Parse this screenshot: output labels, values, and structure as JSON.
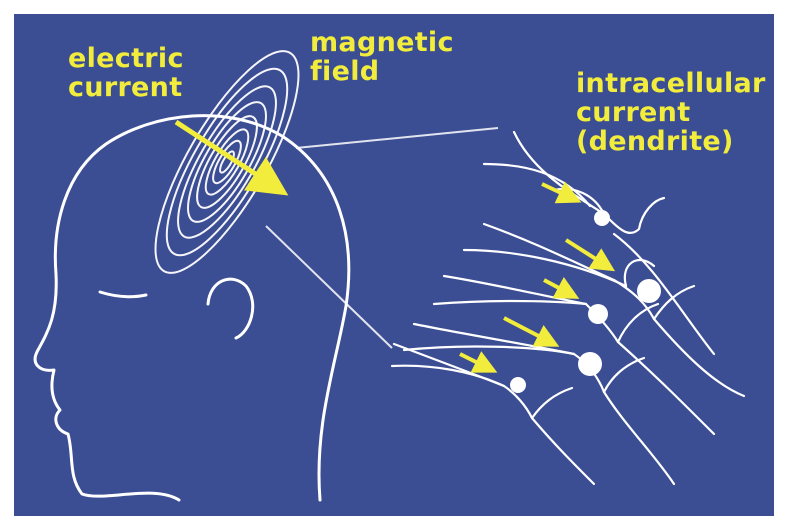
{
  "labels": {
    "electric_current": "electric\ncurrent",
    "magnetic_field": "magnetic\nfield",
    "intracellular_current": "intracellular\ncurrent\n(dendrite)"
  },
  "colors": {
    "background": "#3b4d93",
    "outline": "#ffffff",
    "accent": "#f2ec3c"
  }
}
